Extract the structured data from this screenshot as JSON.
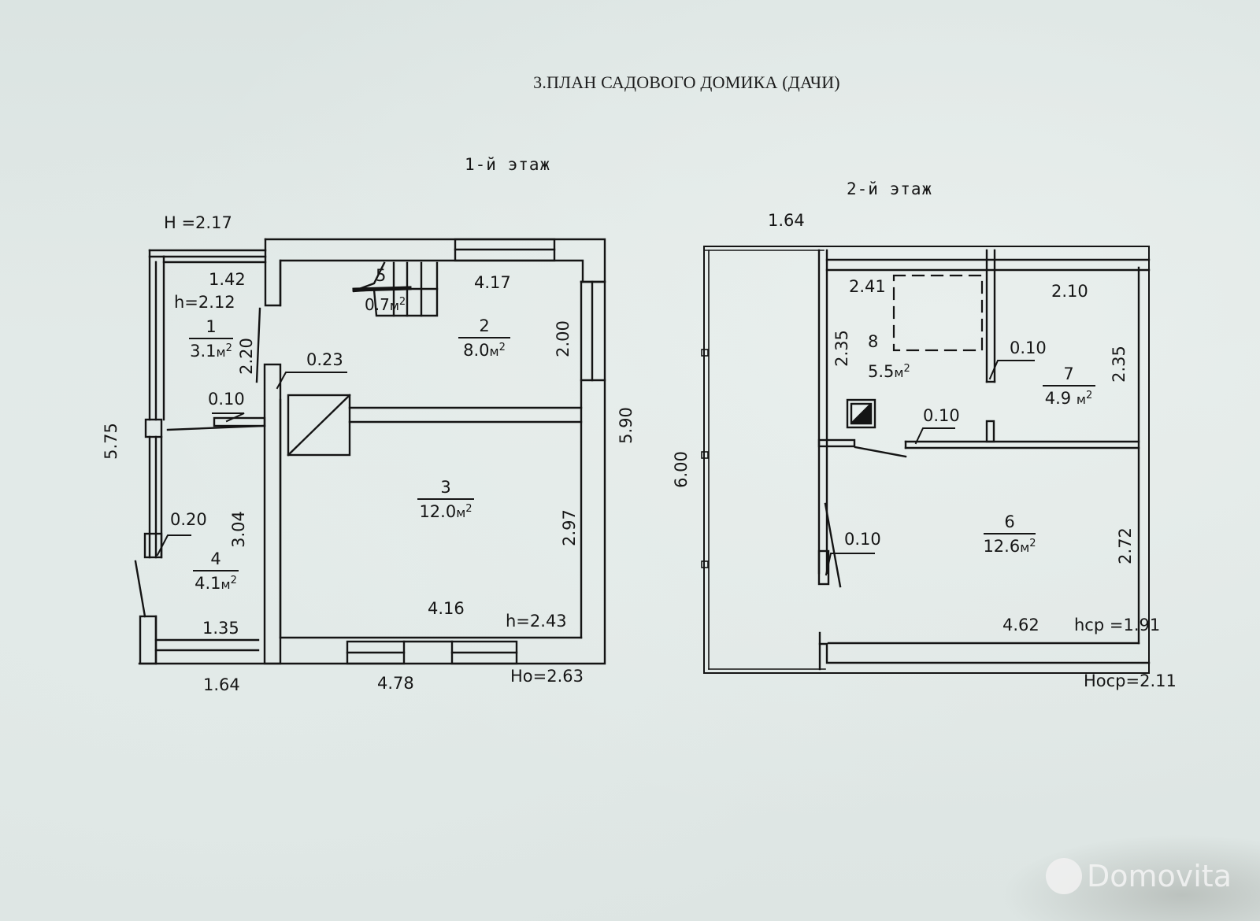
{
  "document": {
    "title": "3.ПЛАН САДОВОГО ДОМИКА (ДАЧИ)"
  },
  "floor1": {
    "title": "1-й этаж",
    "height_label": "H =2.17",
    "overall_height_label": "Hо=2.63",
    "dimensions": {
      "left_total": "5.75",
      "right_total": "5.90",
      "bottom_left": "1.64",
      "bottom_main": "4.78",
      "room1_width": "1.42",
      "room1_height_label": "h=2.12",
      "room1_depth": "2.20",
      "wall_023": "0.23",
      "wall_010": "0.10",
      "wall_020": "0.20",
      "room4_depth": "3.04",
      "room4_width": "1.35",
      "room2_width": "4.17",
      "room2_depth": "2.00",
      "room3_depth": "2.97",
      "room3_width": "4.16",
      "room3_height_label": "h=2.43"
    },
    "rooms": [
      {
        "number": "1",
        "area": "3.1",
        "unit": "м",
        "exp": "2"
      },
      {
        "number": "2",
        "area": "8.0",
        "unit": "м",
        "exp": "2"
      },
      {
        "number": "3",
        "area": "12.0",
        "unit": "м",
        "exp": "2"
      },
      {
        "number": "4",
        "area": "4.1",
        "unit": "м",
        "exp": "2"
      },
      {
        "number": "5",
        "area": "0.7",
        "unit": "м",
        "exp": "2"
      }
    ]
  },
  "floor2": {
    "title": "2-й этаж",
    "overall_height_label": "Hоср=2.11",
    "dimensions": {
      "top_left": "1.64",
      "left_total": "6.00",
      "room8_width": "2.41",
      "room8_depth": "2.35",
      "room7_width": "2.10",
      "room7_depth": "2.35",
      "partition_010_a": "0.10",
      "partition_010_b": "0.10",
      "partition_010_c": "0.10",
      "room6_depth": "2.72",
      "room6_width": "4.62",
      "room6_height_label": "hср =1.91"
    },
    "rooms": [
      {
        "number": "6",
        "area": "12.6",
        "unit": "м",
        "exp": "2"
      },
      {
        "number": "7",
        "area": "4.9",
        "unit": "м",
        "exp": "2"
      },
      {
        "number": "8",
        "area": "5.5",
        "unit": "м",
        "exp": "2"
      }
    ]
  },
  "watermark": {
    "brand": "Domovita"
  },
  "colors": {
    "line": "#141414",
    "paper": "#dfe7e5",
    "watermark": "#f2f2f2"
  }
}
